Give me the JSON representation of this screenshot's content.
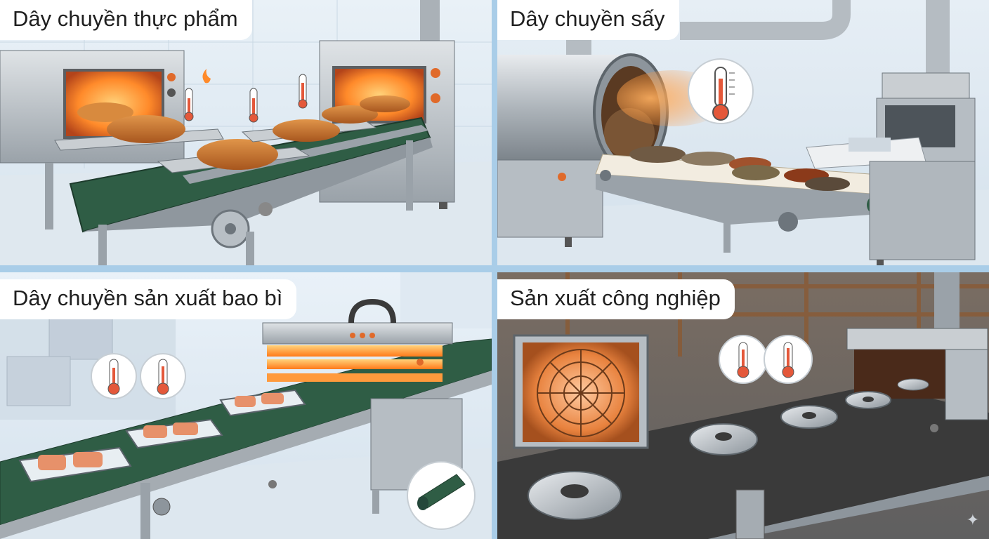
{
  "panels": [
    {
      "id": "food",
      "caption": "Dây chuyền thực phẩm"
    },
    {
      "id": "drying",
      "caption": "Dây chuyền sấy"
    },
    {
      "id": "packaging",
      "caption": "Dây chuyền sản xuất bao bì"
    },
    {
      "id": "industrial",
      "caption": "Sản xuất công nghiệp"
    }
  ],
  "colors": {
    "divider": "#a9cde8",
    "belt_green": "#2f5d45",
    "belt_dark": "#3a3a3a",
    "belt_cream": "#f2ece0",
    "steel": "#b7bdc3",
    "glow": "#ff9a3c",
    "thermometer_red": "#e4583a"
  },
  "icons": [
    "thermometer-icon",
    "heat-glow-icon",
    "sparkle-icon",
    "belt-roll-icon"
  ]
}
